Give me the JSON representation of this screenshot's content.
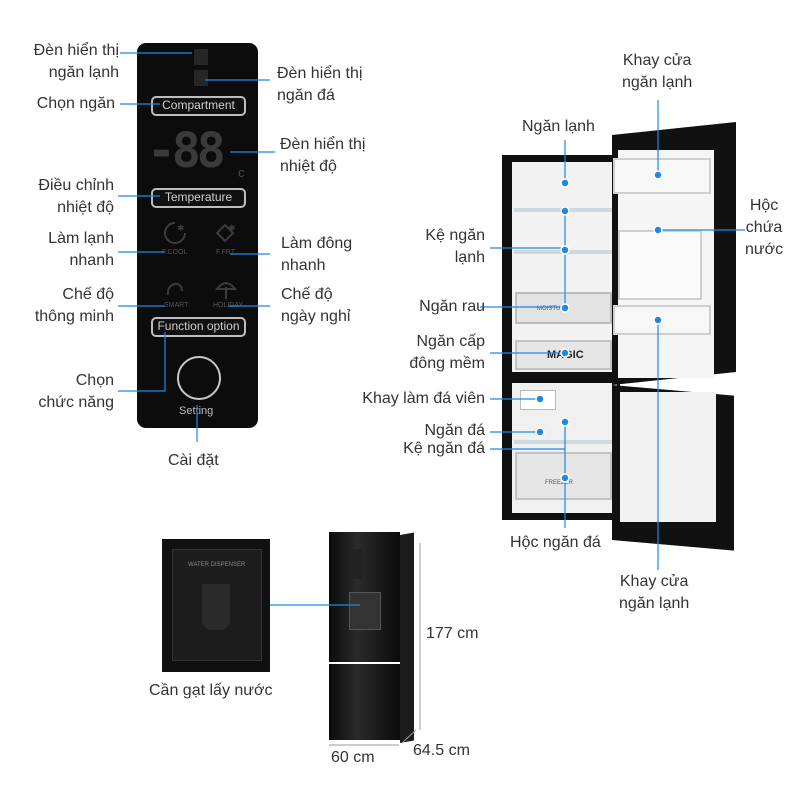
{
  "panel": {
    "compartment_btn": "Compartment",
    "temperature_btn": "Temperature",
    "function_btn": "Function option",
    "setting_label": "Setting",
    "fast_cool_caption": "F.COOL",
    "fast_freeze_caption": "F.FRZ",
    "smart_caption": "SMART",
    "holiday_caption": "HOLIDAY"
  },
  "panel_labels": {
    "fridge_indicator": [
      "Đèn hiển thị",
      "ngăn lạnh"
    ],
    "ice_indicator": [
      "Đèn hiển thị",
      "ngăn đá"
    ],
    "select_compartment": "Chọn ngăn",
    "temp_indicator": [
      "Đèn hiển thị",
      "nhiệt độ"
    ],
    "adjust_temp": [
      "Điều chỉnh",
      "nhiệt độ"
    ],
    "fast_cool": [
      "Làm lạnh",
      "nhanh"
    ],
    "fast_freeze": [
      "Làm đông",
      "nhanh"
    ],
    "smart_mode": [
      "Chế độ",
      "thông minh"
    ],
    "holiday_mode": [
      "Chế độ",
      "ngày nghỉ"
    ],
    "select_function": [
      "Chọn",
      "chức năng"
    ],
    "setting": "Cài đặt"
  },
  "fridge_labels": {
    "door_tray_top": [
      "Khay cửa",
      "ngăn lạnh"
    ],
    "fridge_compartment": "Ngăn lạnh",
    "water_box": [
      "Hộc",
      "chứa",
      "nước"
    ],
    "fridge_shelf": [
      "Kệ ngăn",
      "lạnh"
    ],
    "veg_drawer": "Ngăn rau",
    "soft_freeze": [
      "Ngăn cấp",
      "đông mềm"
    ],
    "ice_tray": "Khay làm đá viên",
    "freezer": "Ngăn đá",
    "freezer_shelf": "Kệ ngăn đá",
    "freezer_box": "Hộc ngăn đá",
    "door_tray_bottom": [
      "Khay cửa",
      "ngăn lạnh"
    ]
  },
  "fridge_inside": {
    "drawer_moist": "MOISTURE",
    "drawer_magic": "MAGIC",
    "drawer_freeze": "FREEZER"
  },
  "dispenser": {
    "header_text": "WATER DISPENSER",
    "caption": "Cần gạt lấy nước"
  },
  "dimensions": {
    "height": "177 cm",
    "width": "60 cm",
    "depth": "64.5 cm"
  },
  "colors": {
    "marker": "#1e88e5",
    "label_text": "#333333",
    "panel_bg": "#0c0c0c",
    "fridge_body": "#101010"
  }
}
